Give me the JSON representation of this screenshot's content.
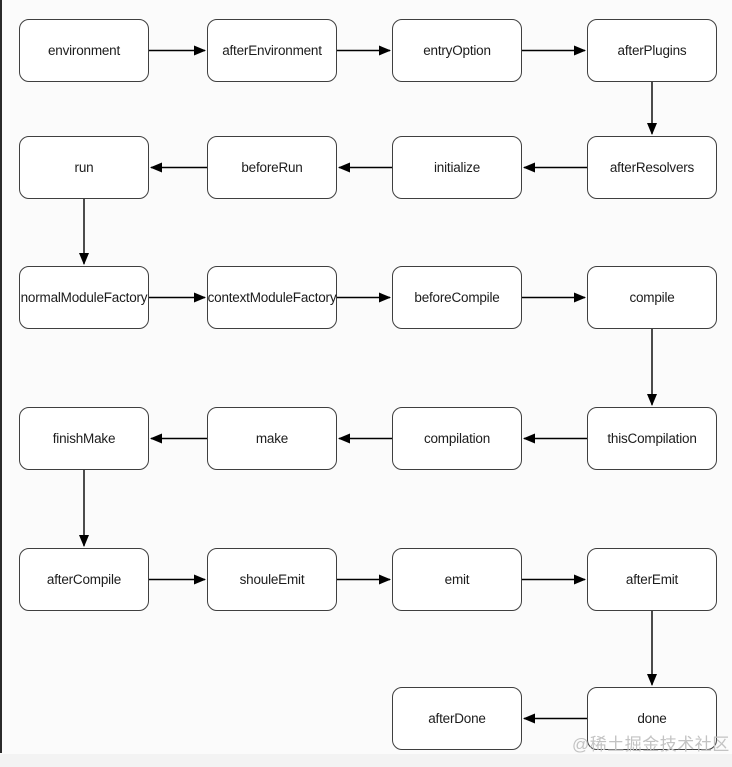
{
  "diagram": {
    "watermark": "@稀土掘金技术社区",
    "nodes": [
      {
        "id": "environment",
        "label": "environment",
        "col": 0,
        "row": 0
      },
      {
        "id": "afterEnvironment",
        "label": "afterEnvironment",
        "col": 1,
        "row": 0
      },
      {
        "id": "entryOption",
        "label": "entryOption",
        "col": 2,
        "row": 0
      },
      {
        "id": "afterPlugins",
        "label": "afterPlugins",
        "col": 3,
        "row": 0
      },
      {
        "id": "run",
        "label": "run",
        "col": 0,
        "row": 1
      },
      {
        "id": "beforeRun",
        "label": "beforeRun",
        "col": 1,
        "row": 1
      },
      {
        "id": "initialize",
        "label": "initialize",
        "col": 2,
        "row": 1
      },
      {
        "id": "afterResolvers",
        "label": "afterResolvers",
        "col": 3,
        "row": 1
      },
      {
        "id": "normalModuleFactory",
        "label": "normalModuleFactory",
        "col": 0,
        "row": 2
      },
      {
        "id": "contextModuleFactory",
        "label": "contextModuleFactory",
        "col": 1,
        "row": 2
      },
      {
        "id": "beforeCompile",
        "label": "beforeCompile",
        "col": 2,
        "row": 2
      },
      {
        "id": "compile",
        "label": "compile",
        "col": 3,
        "row": 2
      },
      {
        "id": "finishMake",
        "label": "finishMake",
        "col": 0,
        "row": 3
      },
      {
        "id": "make",
        "label": "make",
        "col": 1,
        "row": 3
      },
      {
        "id": "compilation",
        "label": "compilation",
        "col": 2,
        "row": 3
      },
      {
        "id": "thisCompilation",
        "label": "thisCompilation",
        "col": 3,
        "row": 3
      },
      {
        "id": "afterCompile",
        "label": "afterCompile",
        "col": 0,
        "row": 4
      },
      {
        "id": "shouleEmit",
        "label": "shouleEmit",
        "col": 1,
        "row": 4
      },
      {
        "id": "emit",
        "label": "emit",
        "col": 2,
        "row": 4
      },
      {
        "id": "afterEmit",
        "label": "afterEmit",
        "col": 3,
        "row": 4
      },
      {
        "id": "afterDone",
        "label": "afterDone",
        "col": 2,
        "row": 5
      },
      {
        "id": "done",
        "label": "done",
        "col": 3,
        "row": 5
      }
    ],
    "edges": [
      {
        "from": "environment",
        "to": "afterEnvironment"
      },
      {
        "from": "afterEnvironment",
        "to": "entryOption"
      },
      {
        "from": "entryOption",
        "to": "afterPlugins"
      },
      {
        "from": "afterPlugins",
        "to": "afterResolvers"
      },
      {
        "from": "afterResolvers",
        "to": "initialize"
      },
      {
        "from": "initialize",
        "to": "beforeRun"
      },
      {
        "from": "beforeRun",
        "to": "run"
      },
      {
        "from": "run",
        "to": "normalModuleFactory"
      },
      {
        "from": "normalModuleFactory",
        "to": "contextModuleFactory"
      },
      {
        "from": "contextModuleFactory",
        "to": "beforeCompile"
      },
      {
        "from": "beforeCompile",
        "to": "compile"
      },
      {
        "from": "compile",
        "to": "thisCompilation"
      },
      {
        "from": "thisCompilation",
        "to": "compilation"
      },
      {
        "from": "compilation",
        "to": "make"
      },
      {
        "from": "make",
        "to": "finishMake"
      },
      {
        "from": "finishMake",
        "to": "afterCompile"
      },
      {
        "from": "afterCompile",
        "to": "shouleEmit"
      },
      {
        "from": "shouleEmit",
        "to": "emit"
      },
      {
        "from": "emit",
        "to": "afterEmit"
      },
      {
        "from": "afterEmit",
        "to": "done"
      },
      {
        "from": "done",
        "to": "afterDone"
      }
    ],
    "colors": {
      "node_border": "#3f3f3f",
      "node_fill": "#ffffff",
      "edge_stroke": "#000000",
      "text": "#1c1c1c",
      "watermark": "#c3c3c3",
      "background": "#fbfbfb"
    }
  }
}
